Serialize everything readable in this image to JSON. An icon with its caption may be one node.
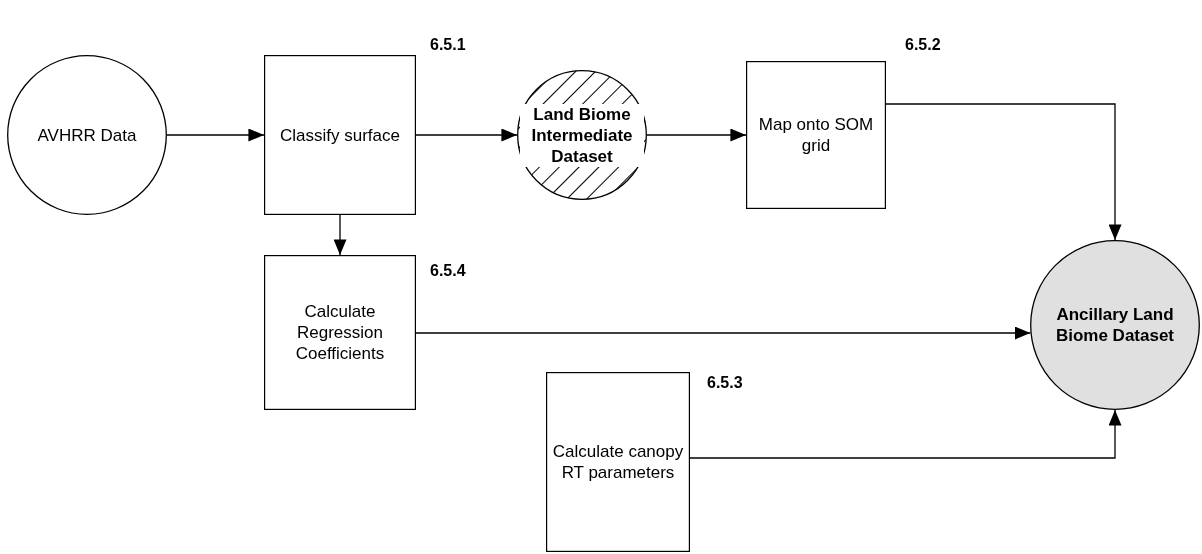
{
  "diagram": {
    "nodes": [
      {
        "text": [
          "AVHRR Data"
        ]
      },
      {
        "text": [
          "Classify surface"
        ],
        "beside": [
          "6.5.1"
        ]
      },
      {
        "text": [
          "Land Biome Intermediate Dataset"
        ]
      },
      {
        "text": [
          "Map onto SOM grid"
        ],
        "beside": [
          "6.5.2"
        ]
      },
      {
        "text": [
          "Calculate Regression Coefficients"
        ],
        "beside": [
          "6.5.4"
        ]
      },
      {
        "text": [
          "Ancillary Land Biome Dataset"
        ]
      },
      {
        "text": [
          "Calculate canopy RT parameters"
        ],
        "beside": [
          "6.5.3"
        ]
      }
    ],
    "edges": [
      {
        "from": 0,
        "to": 1,
        "arrow": "to"
      },
      {
        "from": 1,
        "to": 2,
        "arrow": "to"
      },
      {
        "from": 2,
        "to": 3,
        "arrow": "to"
      },
      {
        "from": 3,
        "to": 5,
        "arrow": "to"
      },
      {
        "from": 1,
        "to": 4,
        "arrow": "to"
      },
      {
        "from": 4,
        "to": 5,
        "arrow": "to"
      },
      {
        "from": 6,
        "to": 5,
        "arrow": "to"
      }
    ]
  }
}
